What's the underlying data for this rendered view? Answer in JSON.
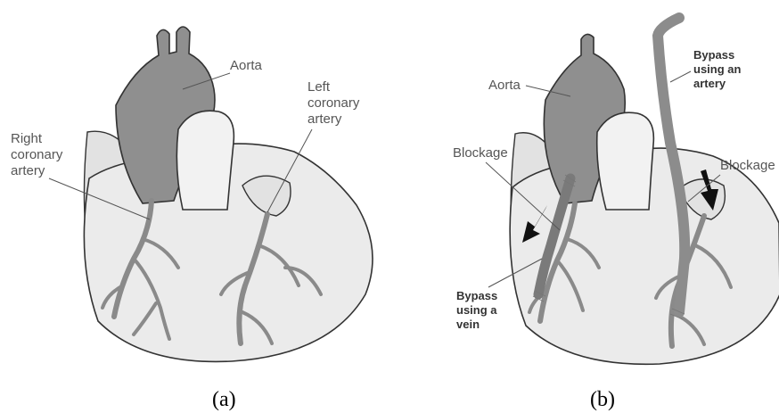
{
  "panels": [
    {
      "id": "a",
      "caption": "(a)",
      "labels": {
        "aorta": "Aorta",
        "right_coronary": [
          "Right",
          "coronary",
          "artery"
        ],
        "left_coronary": [
          "Left",
          "coronary",
          "artery"
        ]
      }
    },
    {
      "id": "b",
      "caption": "(b)",
      "labels": {
        "aorta": "Aorta",
        "blockage_left": "Blockage",
        "blockage_right": "Blockage",
        "bypass_artery": [
          "Bypass",
          "using an",
          "artery"
        ],
        "bypass_vein": [
          "Bypass",
          "using a",
          "vein"
        ]
      }
    }
  ],
  "icons": [
    "heart-illustration",
    "bypass-arrow-icon"
  ],
  "colors": {
    "aorta_fill": "#8f8f8f",
    "heart_fill": "#ebebeb",
    "outline": "#333333",
    "text": "#555555"
  }
}
